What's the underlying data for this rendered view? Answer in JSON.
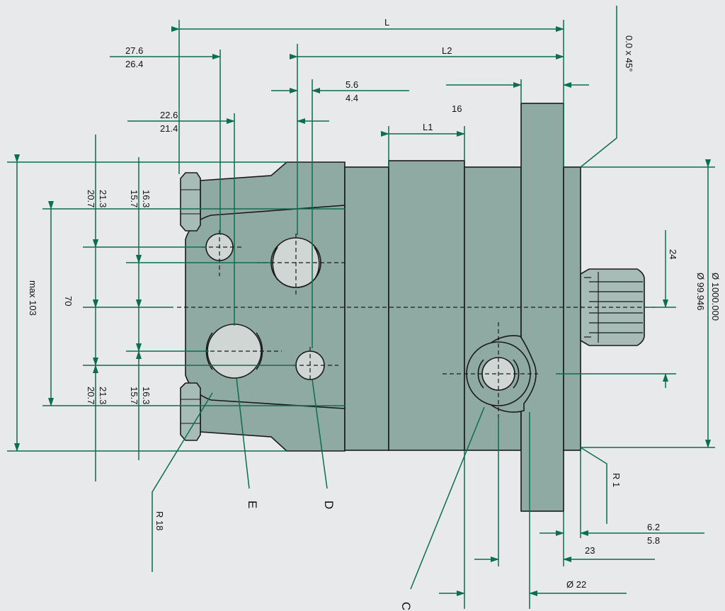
{
  "colors": {
    "background": "#e8e9ea",
    "body_fill": "#8faaa2",
    "dimension_line": "#0b6e4f",
    "outline": "#1a1a1a",
    "port_fill": "#cfd6d3"
  },
  "dimensions": {
    "L": "L",
    "L2": "L2",
    "L1": "L1",
    "d_27_6": "27.6",
    "d_26_4": "26.4",
    "d_5_6": "5.6",
    "d_4_4": "4.4",
    "d_22_6": "22.6",
    "d_21_4": "21.4",
    "d_16": "16",
    "chamfer": "0.0 x 45°",
    "d_21_3_top": "21.3",
    "d_20_7_top": "20.7",
    "d_16_3_top": "16.3",
    "d_15_7_top": "15.7",
    "max_103": "max 103",
    "d_70": "70",
    "d_21_3_bot": "21.3",
    "d_20_7_bot": "20.7",
    "d_16_3_bot": "16.3",
    "d_15_7_bot": "15.7",
    "d_24": "24",
    "dia_1000": "Ø 1000.000",
    "dia_99946": "Ø 99.946",
    "r1": "R 1",
    "r18": "R 18",
    "d_6_2": "6.2",
    "d_5_8": "5.8",
    "d_23": "23",
    "dia_22": "Ø 22"
  },
  "ports": {
    "E": "E",
    "D": "D",
    "C": "C"
  }
}
